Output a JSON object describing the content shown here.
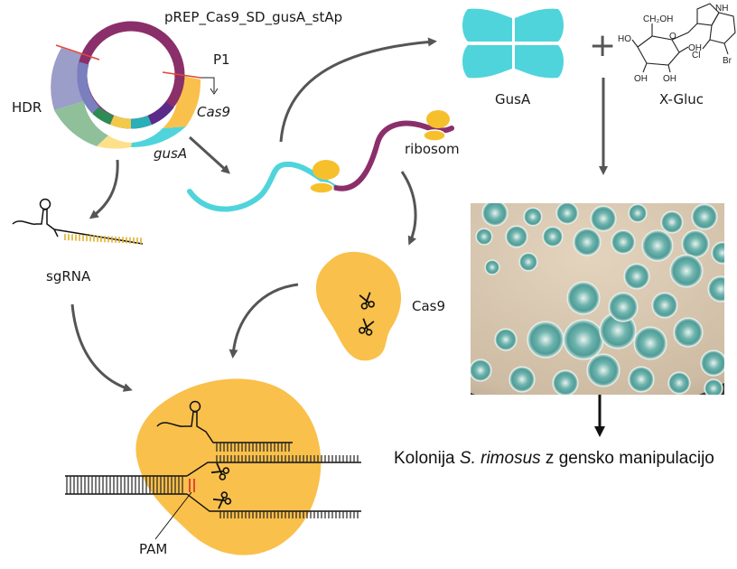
{
  "plasmid": {
    "name": "pREP_Cas9_SD_gusA_stAp",
    "promoter": "P1",
    "labels": {
      "hdr": "HDR",
      "cas9": "Cas9",
      "gusa": "gusA"
    }
  },
  "sgrna_label": "sgRNA",
  "ribosome_label": "ribosom",
  "cas9_protein_label": "Cas9",
  "pam_label": "PAM",
  "gusa_protein_label": "GusA",
  "plus_sign": "+",
  "substrate": {
    "label": "X-Gluc",
    "atoms": {
      "nh": "NH",
      "ch2oh": "CH₂OH",
      "cl": "Cl",
      "br": "Br",
      "o_ring": "O"
    },
    "hydroxyls": [
      "HO",
      "OH",
      "OH",
      "OH"
    ]
  },
  "caption": {
    "prefix": "Kolonija ",
    "species": "S. rimosus",
    "suffix": " z gensko manipulacijo"
  },
  "colors": {
    "plasmid_backbone": "#8b2f6b",
    "cas9": "#f9c04b",
    "gusa": "#4fd4db",
    "hdr": "#9a9ec8",
    "green": "#8fc09a",
    "yellow_pale": "#fde08a",
    "ribosome": "#f6c02c",
    "plate_medium": "#d6c3aa",
    "colony": "#7fb7b3"
  }
}
